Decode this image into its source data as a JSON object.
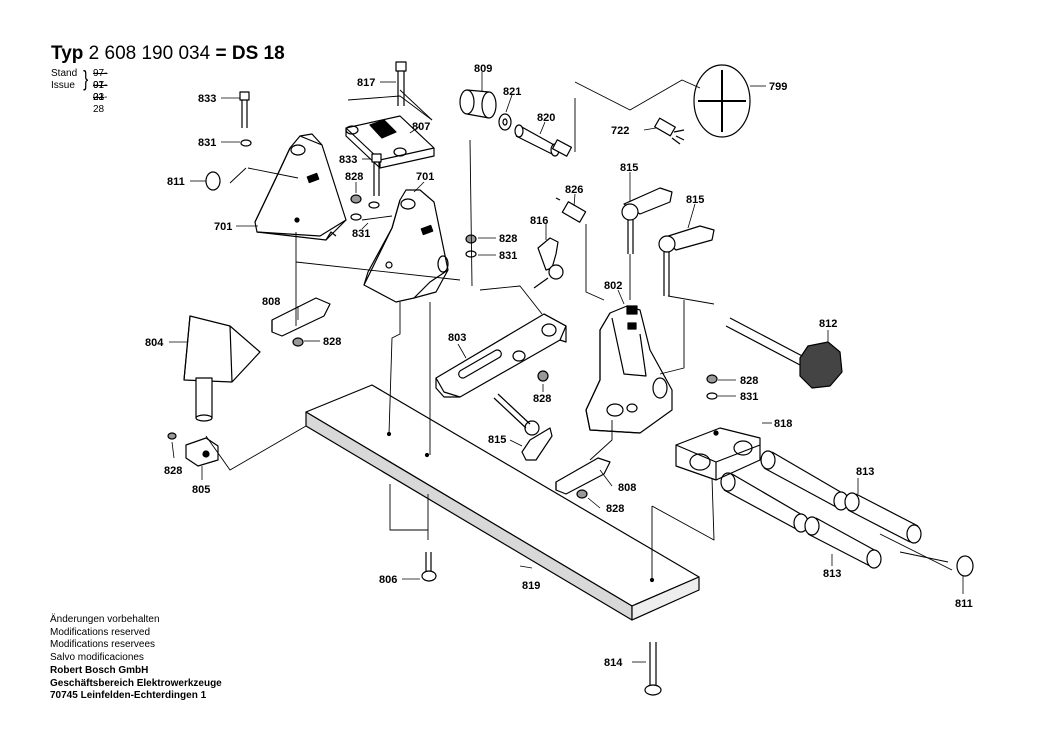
{
  "header": {
    "typ_label": "Typ",
    "part_number": "2 608 190 034",
    "equals": "=",
    "model": "DS 18"
  },
  "revision": {
    "stand_label": "Stand",
    "stand_value": "97-01-23",
    "issue_label": "Issue",
    "issue_value": "97-01-28"
  },
  "footer": {
    "line1": "Änderungen vorbehalten",
    "line2": "Modifications reserved",
    "line3": "Modifications reservees",
    "line4": "Salvo modificaciones",
    "company": "Robert Bosch GmbH",
    "division": "Geschäftsbereich Elektrowerkzeuge",
    "address": "70745 Leinfelden-Echterdingen 1"
  },
  "callouts": [
    "833",
    "831",
    "811",
    "701",
    "817",
    "807",
    "833",
    "828",
    "831",
    "701",
    "809",
    "821",
    "820",
    "799",
    "722",
    "826",
    "815",
    "815",
    "816",
    "828",
    "831",
    "808",
    "828",
    "804",
    "802",
    "812",
    "803",
    "828",
    "828",
    "831",
    "815",
    "818",
    "828",
    "805",
    "808",
    "828",
    "813",
    "813",
    "806",
    "819",
    "811",
    "814"
  ],
  "colors": {
    "line": "#000000",
    "shade": "#c8c8c8",
    "dark": "#777777",
    "white": "#ffffff"
  }
}
